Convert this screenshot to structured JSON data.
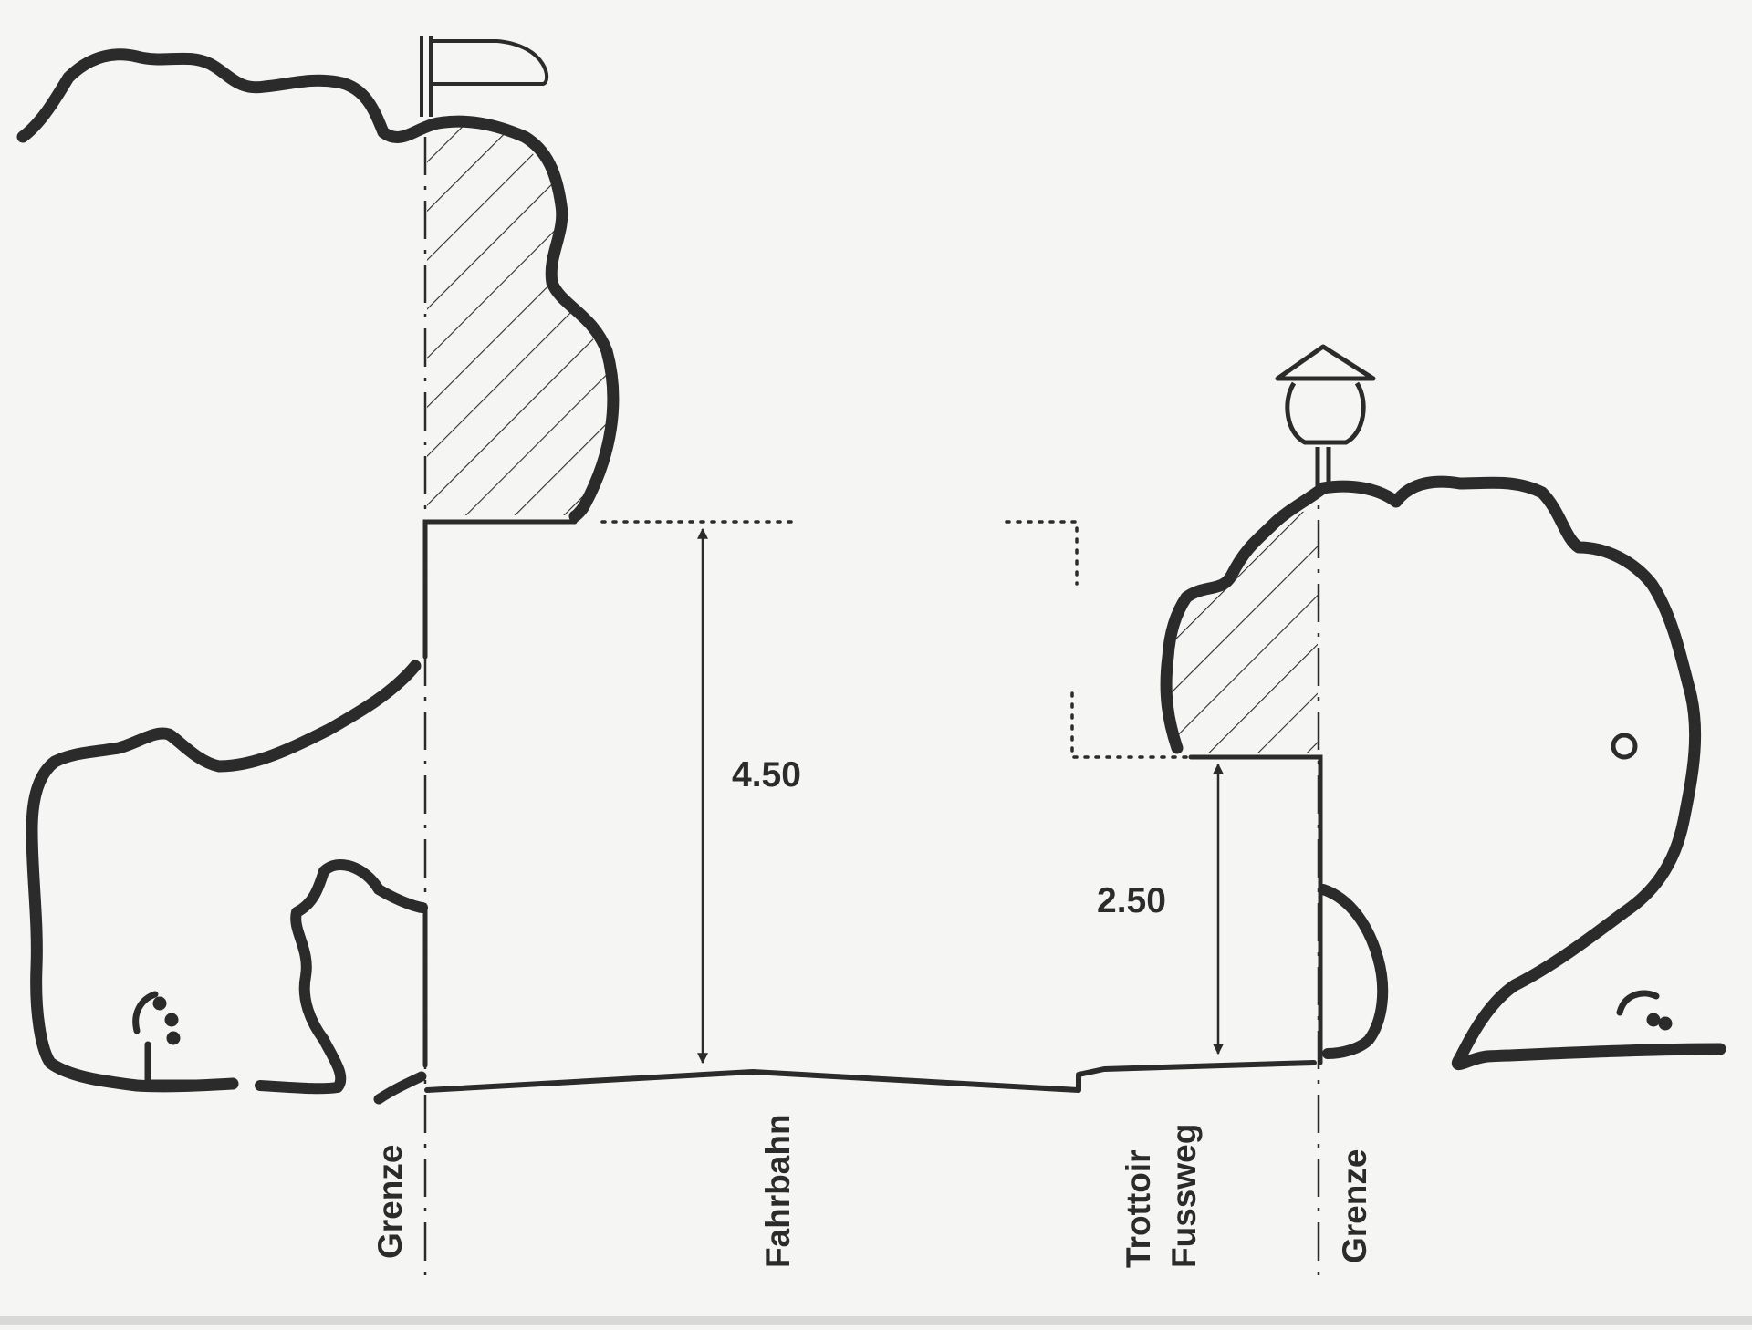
{
  "diagram": {
    "dimensions": {
      "road_clearance": "4.50",
      "sidewalk_clearance": "2.50"
    },
    "labels": {
      "border_left": "Grenze",
      "roadway": "Fahrbahn",
      "sidewalk_line1": "Trottoir",
      "sidewalk_line2": "Fussweg",
      "border_right": "Grenze"
    },
    "colors": {
      "ink": "#2b2b2b",
      "paper": "#f5f5f3"
    }
  }
}
